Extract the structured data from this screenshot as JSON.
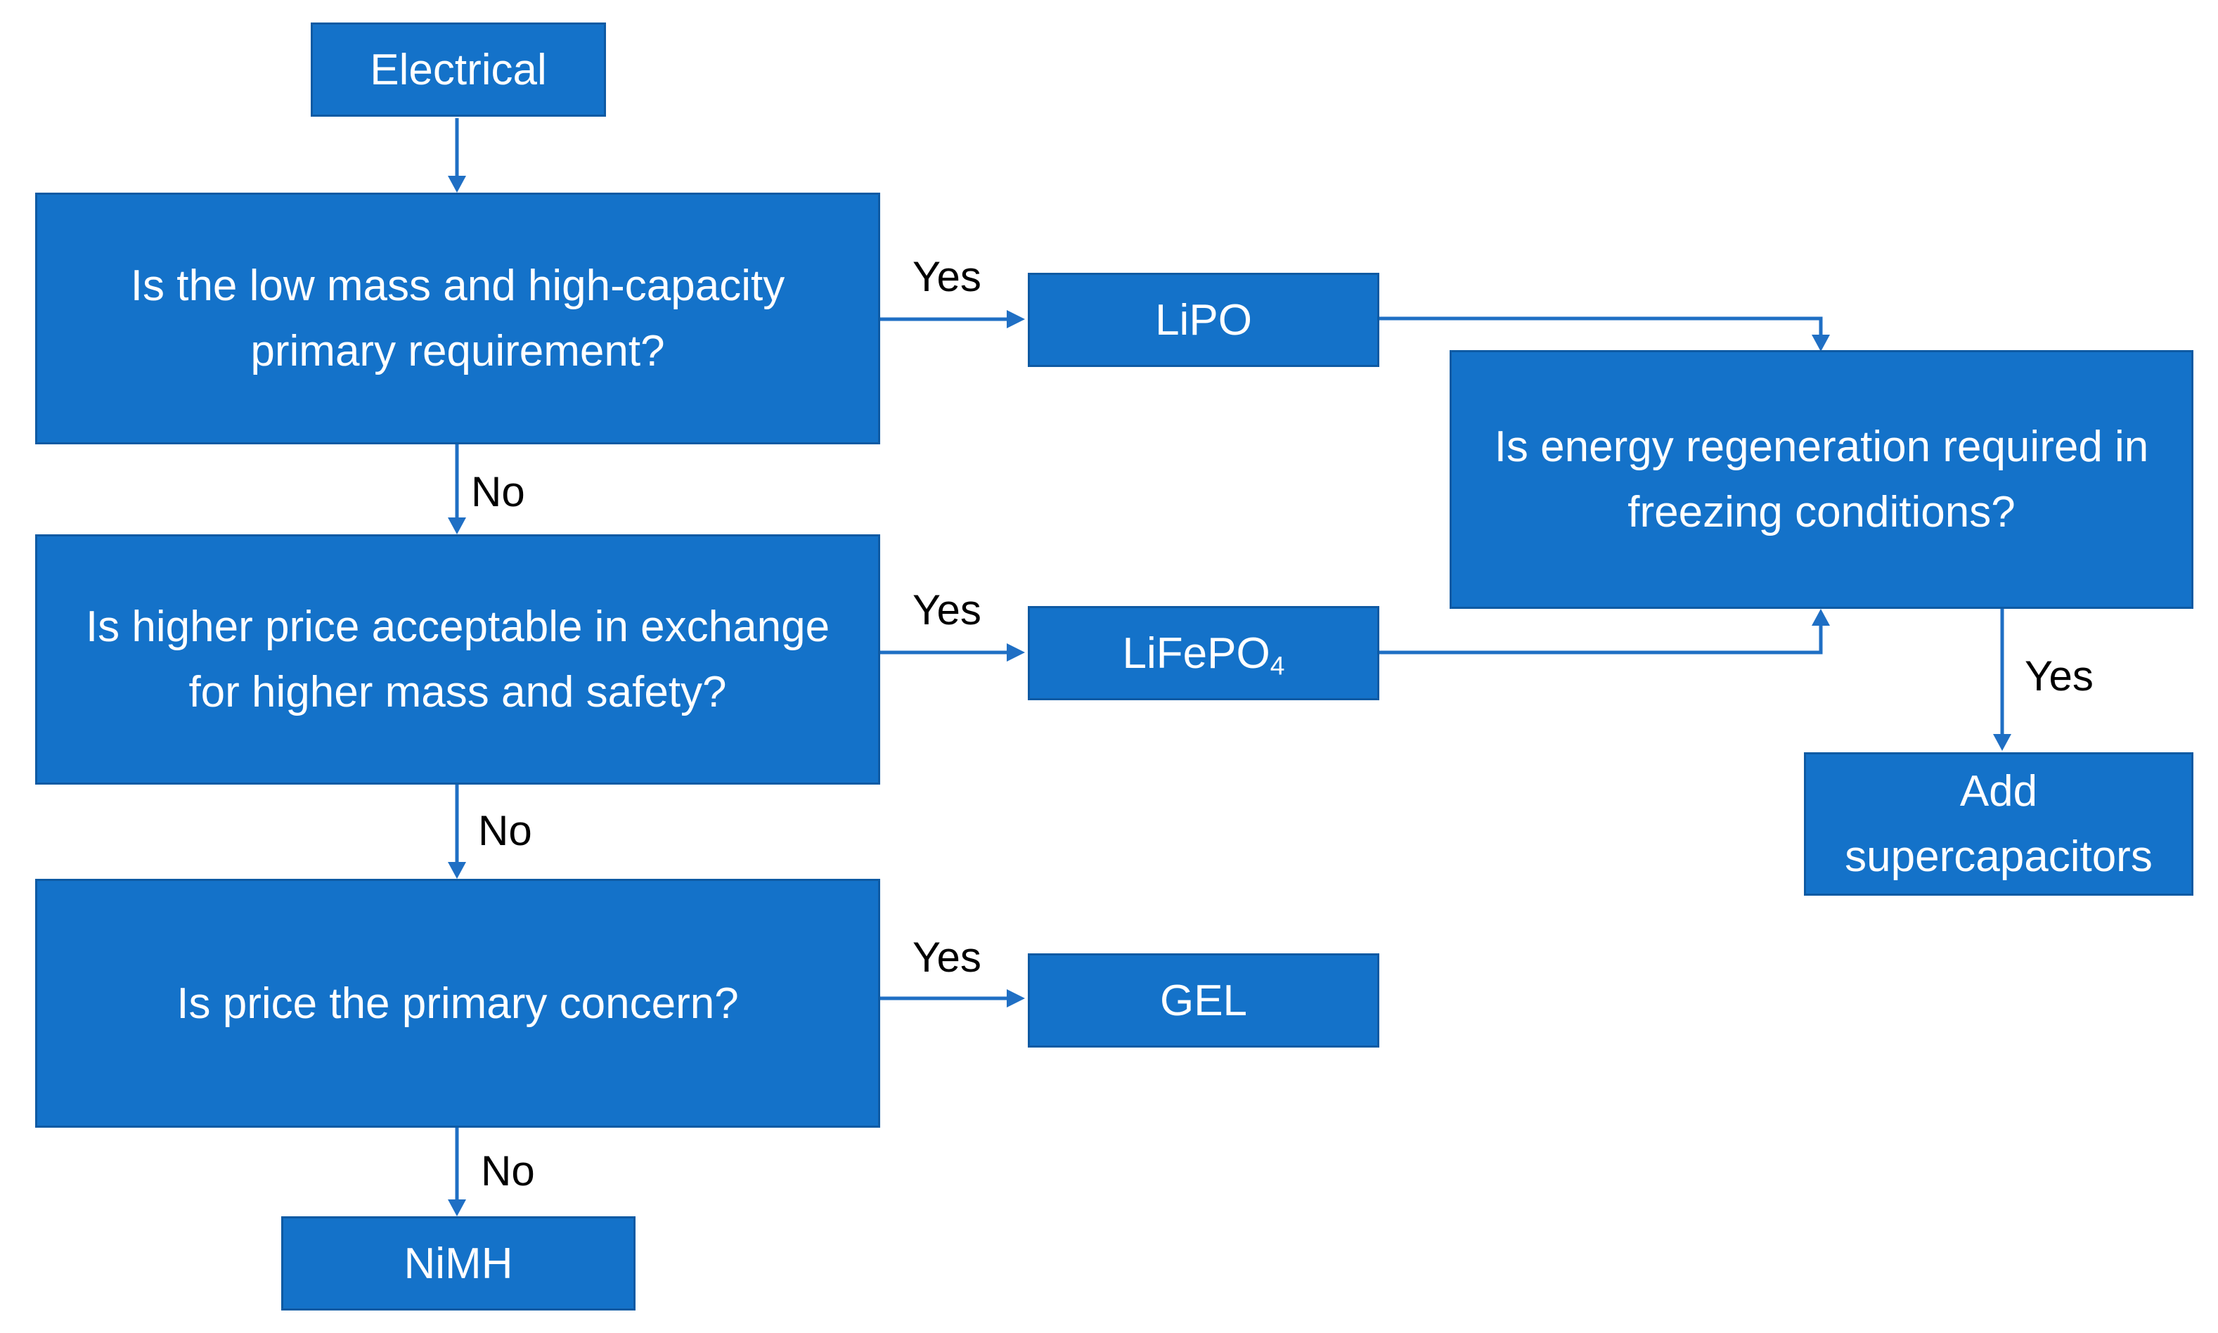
{
  "nodes": {
    "electrical": "Electrical",
    "q_low_mass": "Is the low mass and high-capacity primary requirement?",
    "q_higher_price": "Is higher price acceptable in exchange for higher mass and safety?",
    "q_price": "Is price the primary concern?",
    "q_regen": "Is energy regeneration required in freezing conditions?",
    "lipo": "LiPO",
    "lifepo4": {
      "main": "LiFePO",
      "sub": "4"
    },
    "gel": "GEL",
    "nimh": "NiMH",
    "supercaps": "Add supercapacitors"
  },
  "edge_labels": {
    "yes_1": "Yes",
    "yes_2": "Yes",
    "yes_3": "Yes",
    "yes_4": "Yes",
    "no_1": "No",
    "no_2": "No",
    "no_3": "No"
  },
  "colors": {
    "box_fill": "#1472c9",
    "box_border": "#0e5aa3",
    "arrow": "#1f6fc4",
    "label_text": "#000000",
    "box_text": "#ffffff"
  }
}
